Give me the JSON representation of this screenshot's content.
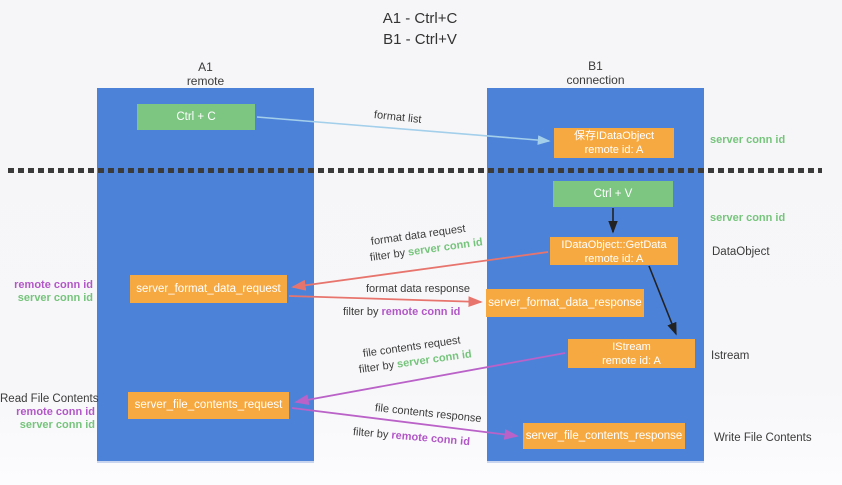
{
  "title": {
    "line1": "A1 - Ctrl+C",
    "line2": "B1 - Ctrl+V"
  },
  "columns": {
    "left": {
      "name": "A1",
      "role": "remote"
    },
    "right": {
      "name": "B1",
      "role": "connection"
    }
  },
  "nodes": {
    "ctrl_c": "Ctrl + C",
    "ctrl_v": "Ctrl + V",
    "save_idataobject": {
      "line1": "保存IDataObject",
      "line2": "remote id: A"
    },
    "getdata": {
      "line1": "IDataObject::GetData",
      "line2": "remote id: A"
    },
    "istream": {
      "line1": "IStream",
      "line2": "remote id: A"
    },
    "server_format_data_request": "server_format_data_request",
    "server_format_data_response": "server_format_data_response",
    "server_file_contents_request": "server_file_contents_request",
    "server_file_contents_response": "server_file_contents_response"
  },
  "arrow_labels": {
    "format_list": "format list",
    "format_data_request": "format data request",
    "format_data_response": "format data response",
    "file_contents_request": "file contents request",
    "file_contents_response": "file contents response",
    "filter_by": "filter by ",
    "server_conn_id": "server conn id",
    "remote_conn_id": "remote conn id"
  },
  "side_labels": {
    "server_conn_id_top_right": "server conn id",
    "server_conn_id_mid_right": "server conn id",
    "dataobject": "DataObject",
    "istream": "Istream",
    "write_file_contents": "Write File Contents",
    "remote_conn_id_mid_left": "remote conn id",
    "server_conn_id_mid_left": "server conn id",
    "read_file_contents": "Read File Contents",
    "remote_conn_id_bottom_left": "remote conn id",
    "server_conn_id_bottom_left": "server conn id"
  },
  "colors": {
    "lifeline_blue": "#4d82d9",
    "node_green": "#7dc682",
    "node_orange": "#f7a941",
    "green_text": "#76c47c",
    "purple_text": "#b257c7",
    "red_arrow": "#e8756d",
    "purple_arrow": "#ba62c8",
    "lightblue_arrow": "#a3cfeb",
    "black_arrow": "#222222",
    "dark_text": "#3b3b3b"
  }
}
